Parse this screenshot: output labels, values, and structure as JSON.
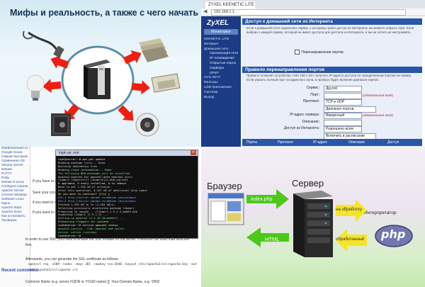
{
  "q1": {
    "title": "Мифы и реальность, а также с чего начать",
    "colors": {
      "arrow": "#f01e10",
      "circle_border": "#5d8fa8",
      "background": "#d9edf6"
    },
    "icons": [
      "server-tower-icon",
      "ethernet-cable-icon",
      "light-bulb-icon",
      "safe-icon",
      "money-stack-icon",
      "paper-money-icon",
      "speaker-icon"
    ]
  },
  "q2": {
    "tab_title": "ZYXEL KEENETIC LITE",
    "url": "192.168.1.1",
    "brand": "ZyXEL",
    "keenetic_badge": "Мониторинг",
    "menu_items": [
      {
        "label": "KEENETIC LITE",
        "sub": false
      },
      {
        "label": "Интернет",
        "sub": false
      },
      {
        "label": "Домашняя сеть",
        "sub": false
      },
      {
        "label": "Организация сети",
        "sub": true
      },
      {
        "label": "IP-телевидение",
        "sub": true
      },
      {
        "label": "Открытые порты",
        "sub": true
      },
      {
        "label": "Серверы",
        "sub": true
      },
      {
        "label": "UPnP",
        "sub": true
      },
      {
        "label": "Сеть Wi-Fi",
        "sub": false
      },
      {
        "label": "Фильтры",
        "sub": false
      },
      {
        "label": "USB-приложения",
        "sub": false
      },
      {
        "label": "Система",
        "sub": false
      },
      {
        "label": "Выход",
        "sub": false
      }
    ],
    "section1_title": "Доступ к домашней сети из Интернета",
    "section1_desc": "Если к домашней сети подключен сервер, к которому нужен доступ из Интернета, вы можете открыть порт. Если выбран с каждой сервер, который не имеет доступа для доступа из Интернета, и вы не хотите их настраивать.",
    "forward_checkbox": "Перенаправление портов",
    "section2_title": "Правило перенаправления портов",
    "section2_desc": "Правило позволит устройству «192.168.1.33» получать IP-адреса доступа по определенным портам на сервер. Если указать полный порт из адресного пула, в проброс будет включён диапазон портов.",
    "fields": [
      {
        "label": "Сервис:",
        "value": "Другой",
        "hint": ""
      },
      {
        "label": "Порт:",
        "value": "",
        "hint": "(обязательное поле)"
      },
      {
        "label": "Протокол:",
        "value": "TCP и UDP",
        "hint": ""
      },
      {
        "label": "",
        "value": "Диапазон портов",
        "hint": ""
      },
      {
        "label": "IP-адрес сервера:",
        "value": "Введенный",
        "hint": "(обязательное поле)"
      },
      {
        "label": "Описание:",
        "value": "",
        "hint": ""
      },
      {
        "label": "Доступ из Интернета:",
        "value": "Разрешено всем",
        "hint": ""
      },
      {
        "label": "",
        "value": "Включить в расписание",
        "hint": ""
      }
    ],
    "table_headers": [
      "Порты",
      "Протокол",
      "IP-адрес",
      "Описание",
      "Доступ"
    ]
  },
  "q3": {
    "left_links": [
      "WebEssentials.ru » QA Config",
      "Google Cloud",
      "Самый быстрый",
      "Сравнение OS",
      "Ubuntu Server",
      "Debian",
      "PuTTY",
      "Putty",
      "Debian 8 Linux",
      "Configure Ubuntu",
      "Apache Server",
      "Chrome Desktop",
      "Software Linux",
      "Nginx",
      "Apache httpd",
      "Apache Docs",
      "Как установить",
      "Проверка"
    ],
    "recent_comments": "Recent comments",
    "terminal_title": "login as: root",
    "terminal_lines": [
      "root@server:~# apt-get update",
      "Reading package lists... Done",
      "Building dependency tree",
      "Reading state information... Done",
      "The following NEW packages will be installed:",
      "  apache2 apache2-bin apache2-data apache2-utils",
      "  libapr1 libaprutil1 libaprutil1-dbd-sqlite3",
      "0 upgraded, 9 newly installed, 0 to remove",
      "Need to get 1,536 kB of archives.",
      "After this operation, 6,347 kB of additional disk space",
      "Do you want to continue? [Y/n] y",
      "Get:1 http://mirror.yandex.ru/debian jessie/main",
      "Get:2 http://mirror.yandex.ru/debian jessie/main",
      "Fetched 1,536 kB in 1s (1,204 kB/s)",
      "Selecting previously unselected package libapr1",
      "Preparing to unpack .../libapr1_1.5.1-3_amd64.deb",
      "Unpacking libapr1 (1.5.1-3) ...",
      "Setting up apache2 (2.4.10-10+deb8u7) ...",
      "Processing triggers for systemd ...",
      "root@server:~# service apache2 status",
      "apache2.service - LSB: Apache2 web server",
      "   Active: active (running)",
      "root@server:~# "
    ],
    "article_lines": [
      "If you have to modify",
      "Save your config and",
      "if you want to use",
      "If you want to allow",
      "In order to use SSL, you need to enable the SSL module on the server. Therefore the sudo load directive",
      "first.",
      "Afterwards, you can generate the SSL certificate as follows:",
      "openssl req -x509 -nodes -days 365 -newkey rsa:2048 -keyout /etc/apache2/ssl/apache.key -out",
      "/etc/apache2/ssl/apache.crt",
      "Common Name (e.g. server FQDN or YOUR name) []: Your-Domain.Name, e.g. 'DNS'"
    ]
  },
  "q4": {
    "browser_label": "Браузер",
    "server_label": "Сервер",
    "request_label": "index.php",
    "response_label": "HTML",
    "to_processing_label": "на обработку",
    "processed_label": "обработанный",
    "interpreter_label": "Интерпретатор",
    "php_logo_text": "php",
    "colors": {
      "arrow_green": "#4cc81a",
      "arrow_yellow": "#f5e52a",
      "php_oval": "#7377ad"
    }
  }
}
